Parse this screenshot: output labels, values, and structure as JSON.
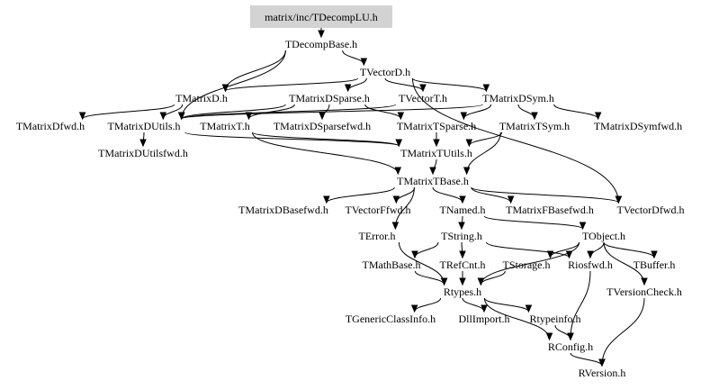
{
  "graph": {
    "title": "matrix/inc/TDecompLU.h include dependency graph",
    "root": "matrix/inc/TDecompLU.h",
    "nodes": [
      {
        "id": "root",
        "label": "matrix/inc/TDecompLU.h",
        "root": true
      },
      {
        "id": "TDecompBase",
        "label": "TDecompBase.h"
      },
      {
        "id": "TVectorD",
        "label": "TVectorD.h"
      },
      {
        "id": "TMatrixD",
        "label": "TMatrixD.h"
      },
      {
        "id": "TMatrixDSparse",
        "label": "TMatrixDSparse.h"
      },
      {
        "id": "TVectorT",
        "label": "TVectorT.h"
      },
      {
        "id": "TMatrixDSym",
        "label": "TMatrixDSym.h"
      },
      {
        "id": "TMatrixDfwd",
        "label": "TMatrixDfwd.h"
      },
      {
        "id": "TMatrixDUtils",
        "label": "TMatrixDUtils.h"
      },
      {
        "id": "TMatrixT",
        "label": "TMatrixT.h"
      },
      {
        "id": "TMatrixDSparsefwd",
        "label": "TMatrixDSparsefwd.h"
      },
      {
        "id": "TMatrixTSparse",
        "label": "TMatrixTSparse.h"
      },
      {
        "id": "TMatrixTSym",
        "label": "TMatrixTSym.h"
      },
      {
        "id": "TMatrixDSymfwd",
        "label": "TMatrixDSymfwd.h"
      },
      {
        "id": "TMatrixDUtilsfwd",
        "label": "TMatrixDUtilsfwd.h"
      },
      {
        "id": "TMatrixTUtils",
        "label": "TMatrixTUtils.h"
      },
      {
        "id": "TMatrixTBase",
        "label": "TMatrixTBase.h"
      },
      {
        "id": "TMatrixDBasefwd",
        "label": "TMatrixDBasefwd.h"
      },
      {
        "id": "TVectorFfwd",
        "label": "TVectorFfwd.h"
      },
      {
        "id": "TNamed",
        "label": "TNamed.h"
      },
      {
        "id": "TMatrixFBasefwd",
        "label": "TMatrixFBasefwd.h"
      },
      {
        "id": "TVectorDfwd",
        "label": "TVectorDfwd.h"
      },
      {
        "id": "TError",
        "label": "TError.h"
      },
      {
        "id": "TString",
        "label": "TString.h"
      },
      {
        "id": "TObject",
        "label": "TObject.h"
      },
      {
        "id": "TMathBase",
        "label": "TMathBase.h"
      },
      {
        "id": "TRefCnt",
        "label": "TRefCnt.h"
      },
      {
        "id": "TStorage",
        "label": "TStorage.h"
      },
      {
        "id": "Riosfwd",
        "label": "Riosfwd.h"
      },
      {
        "id": "TBuffer",
        "label": "TBuffer.h"
      },
      {
        "id": "Rtypes",
        "label": "Rtypes.h"
      },
      {
        "id": "TVersionCheck",
        "label": "TVersionCheck.h"
      },
      {
        "id": "TGenericClassInfo",
        "label": "TGenericClassInfo.h"
      },
      {
        "id": "DllImport",
        "label": "DllImport.h"
      },
      {
        "id": "Rtypeinfo",
        "label": "Rtypeinfo.h"
      },
      {
        "id": "RConfig",
        "label": "RConfig.h"
      },
      {
        "id": "RVersion",
        "label": "RVersion.h"
      }
    ],
    "edges": [
      [
        "root",
        "TDecompBase"
      ],
      [
        "TDecompBase",
        "TVectorD"
      ],
      [
        "TDecompBase",
        "TMatrixD"
      ],
      [
        "TDecompBase",
        "TMatrixDUtils"
      ],
      [
        "TVectorD",
        "TMatrixD"
      ],
      [
        "TVectorD",
        "TMatrixDSparse"
      ],
      [
        "TVectorD",
        "TVectorT"
      ],
      [
        "TVectorD",
        "TMatrixDSym"
      ],
      [
        "TVectorD",
        "TVectorDfwd"
      ],
      [
        "TMatrixD",
        "TMatrixDfwd"
      ],
      [
        "TMatrixD",
        "TMatrixDUtils"
      ],
      [
        "TMatrixDSparse",
        "TMatrixDUtils"
      ],
      [
        "TMatrixDSparse",
        "TMatrixT"
      ],
      [
        "TMatrixDSparse",
        "TMatrixDSparsefwd"
      ],
      [
        "TMatrixDSparse",
        "TMatrixTSparse"
      ],
      [
        "TVectorT",
        "TMatrixDUtils"
      ],
      [
        "TMatrixDSym",
        "TMatrixDUtils"
      ],
      [
        "TMatrixDSym",
        "TMatrixTSparse"
      ],
      [
        "TMatrixDSym",
        "TMatrixTSym"
      ],
      [
        "TMatrixDSym",
        "TMatrixDSymfwd"
      ],
      [
        "TMatrixDUtils",
        "TMatrixDUtilsfwd"
      ],
      [
        "TMatrixDUtils",
        "TMatrixTUtils"
      ],
      [
        "TMatrixT",
        "TMatrixTUtils"
      ],
      [
        "TMatrixT",
        "TMatrixTBase"
      ],
      [
        "TMatrixTSparse",
        "TMatrixTUtils"
      ],
      [
        "TMatrixTSym",
        "TMatrixTUtils"
      ],
      [
        "TMatrixTSym",
        "TMatrixTBase"
      ],
      [
        "TMatrixTUtils",
        "TMatrixTBase"
      ],
      [
        "TMatrixTBase",
        "TMatrixDBasefwd"
      ],
      [
        "TMatrixTBase",
        "TVectorFfwd"
      ],
      [
        "TMatrixTBase",
        "TNamed"
      ],
      [
        "TMatrixTBase",
        "TMatrixFBasefwd"
      ],
      [
        "TMatrixTBase",
        "TVectorDfwd"
      ],
      [
        "TMatrixTBase",
        "TError"
      ],
      [
        "TNamed",
        "TString"
      ],
      [
        "TNamed",
        "TObject"
      ],
      [
        "TString",
        "TMathBase"
      ],
      [
        "TString",
        "TRefCnt"
      ],
      [
        "TString",
        "Riosfwd"
      ],
      [
        "TObject",
        "Riosfwd"
      ],
      [
        "TObject",
        "TStorage"
      ],
      [
        "TObject",
        "TBuffer"
      ],
      [
        "TObject",
        "TVersionCheck"
      ],
      [
        "TObject",
        "Rtypes"
      ],
      [
        "TError",
        "Rtypes"
      ],
      [
        "TMathBase",
        "Rtypes"
      ],
      [
        "TRefCnt",
        "Rtypes"
      ],
      [
        "TStorage",
        "Rtypes"
      ],
      [
        "Rtypes",
        "TGenericClassInfo"
      ],
      [
        "Rtypes",
        "DllImport"
      ],
      [
        "Rtypes",
        "Rtypeinfo"
      ],
      [
        "Rtypes",
        "RConfig"
      ],
      [
        "Riosfwd",
        "RConfig"
      ],
      [
        "Rtypeinfo",
        "RConfig"
      ],
      [
        "RConfig",
        "RVersion"
      ],
      [
        "TVersionCheck",
        "RVersion"
      ]
    ]
  }
}
